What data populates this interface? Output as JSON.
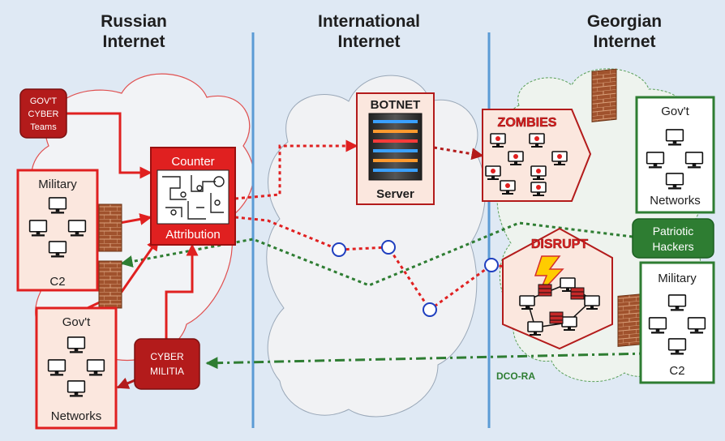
{
  "zones": {
    "russian": {
      "line1": "Russian",
      "line2": "Internet"
    },
    "international": {
      "line1": "International",
      "line2": "Internet"
    },
    "georgian": {
      "line1": "Georgian",
      "line2": "Internet"
    }
  },
  "russian": {
    "govt_cyber_teams": [
      "GOV'T",
      "CYBER",
      "Teams"
    ],
    "military": {
      "title": "Military",
      "footer": "C2"
    },
    "govt_networks": {
      "title": "Gov't",
      "footer": "Networks"
    },
    "counter_attribution": {
      "top": "Counter",
      "bottom": "Attribution"
    },
    "cyber_militia": [
      "CYBER",
      "MILITIA"
    ]
  },
  "international": {
    "botnet": {
      "title": "BOTNET",
      "footer": "Server"
    }
  },
  "georgian": {
    "zombies": "ZOMBIES",
    "disrupt": "DISRUPT",
    "govt_networks": {
      "title": "Gov't",
      "footer": "Networks"
    },
    "patriotic_hackers": [
      "Patriotic",
      "Hackers"
    ],
    "military": {
      "title": "Military",
      "footer": "C2"
    }
  },
  "dco_label": "DCO-RA",
  "colors": {
    "background": "#dfe9f4",
    "russian_red": "#e02020",
    "dark_red": "#b31b1b",
    "georgian_green": "#2e7d32",
    "divider_blue": "#5b9bd5",
    "firewall_brown": "#a0522d"
  }
}
